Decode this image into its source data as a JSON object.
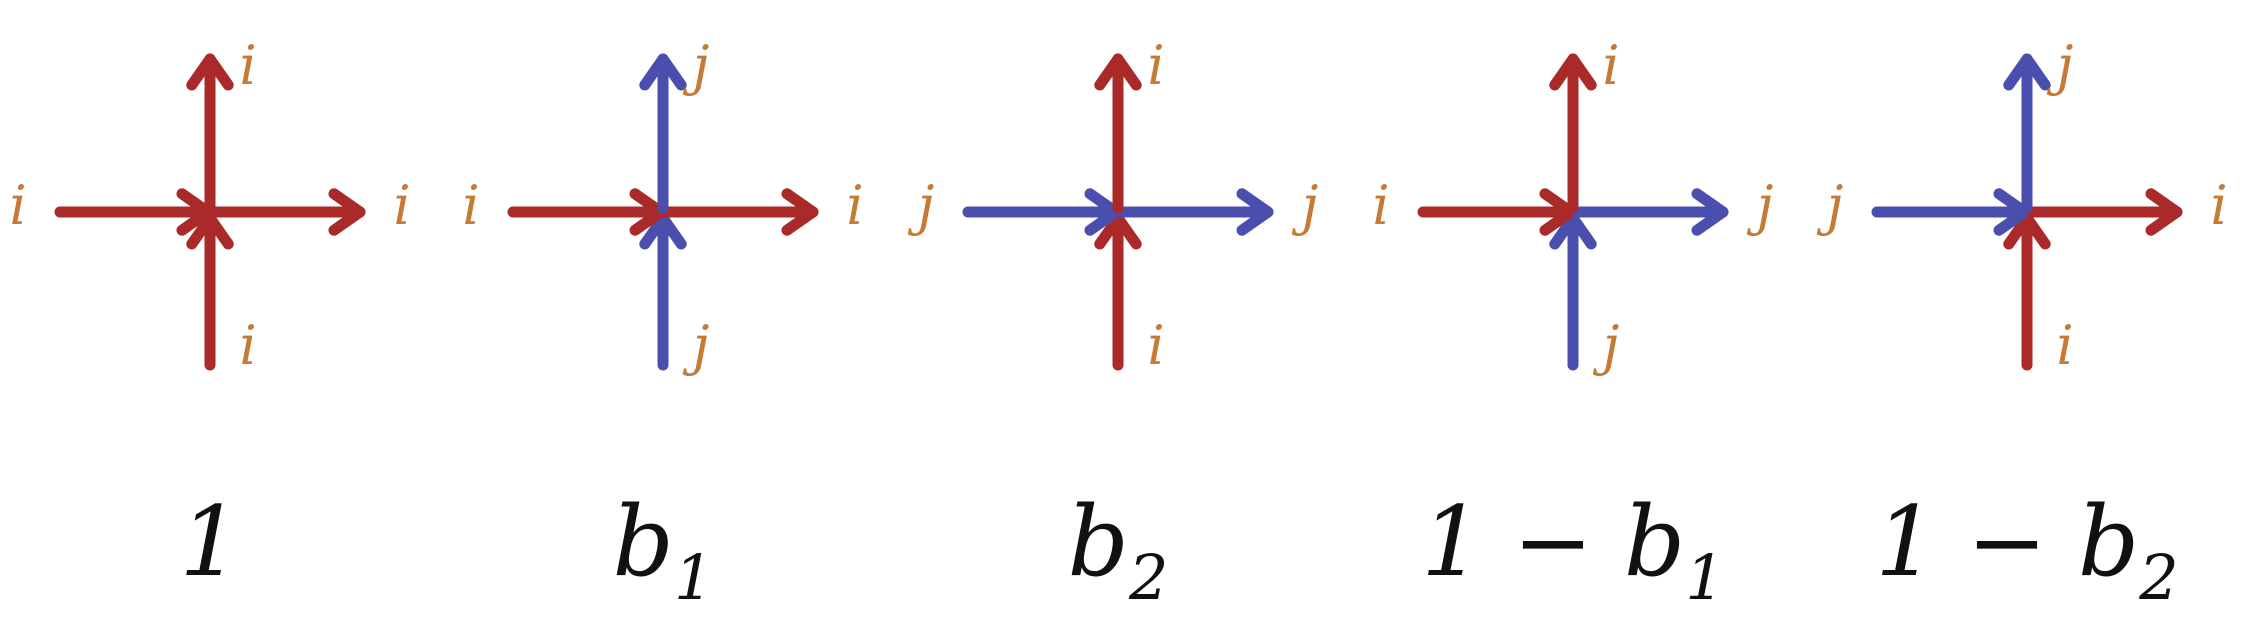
{
  "colors": {
    "color_i": "#a92a28",
    "color_j": "#4a4fae",
    "label": "#c57a35",
    "weight": "#111111"
  },
  "vertices": [
    {
      "id": "v1",
      "edges": {
        "left": "i",
        "right": "i",
        "bottom": "i",
        "top": "i"
      },
      "weight": {
        "main": "1",
        "sub": ""
      }
    },
    {
      "id": "v2",
      "edges": {
        "left": "i",
        "right": "i",
        "bottom": "j",
        "top": "j"
      },
      "weight": {
        "main": "b",
        "sub": "1"
      }
    },
    {
      "id": "v3",
      "edges": {
        "left": "j",
        "right": "j",
        "bottom": "i",
        "top": "i"
      },
      "weight": {
        "main": "b",
        "sub": "2"
      }
    },
    {
      "id": "v4",
      "edges": {
        "left": "i",
        "right": "j",
        "bottom": "j",
        "top": "i"
      },
      "weight": {
        "main": "1 − b",
        "sub": "1"
      }
    },
    {
      "id": "v5",
      "edges": {
        "left": "j",
        "right": "i",
        "bottom": "i",
        "top": "j"
      },
      "weight": {
        "main": "1 − b",
        "sub": "2"
      }
    }
  ]
}
